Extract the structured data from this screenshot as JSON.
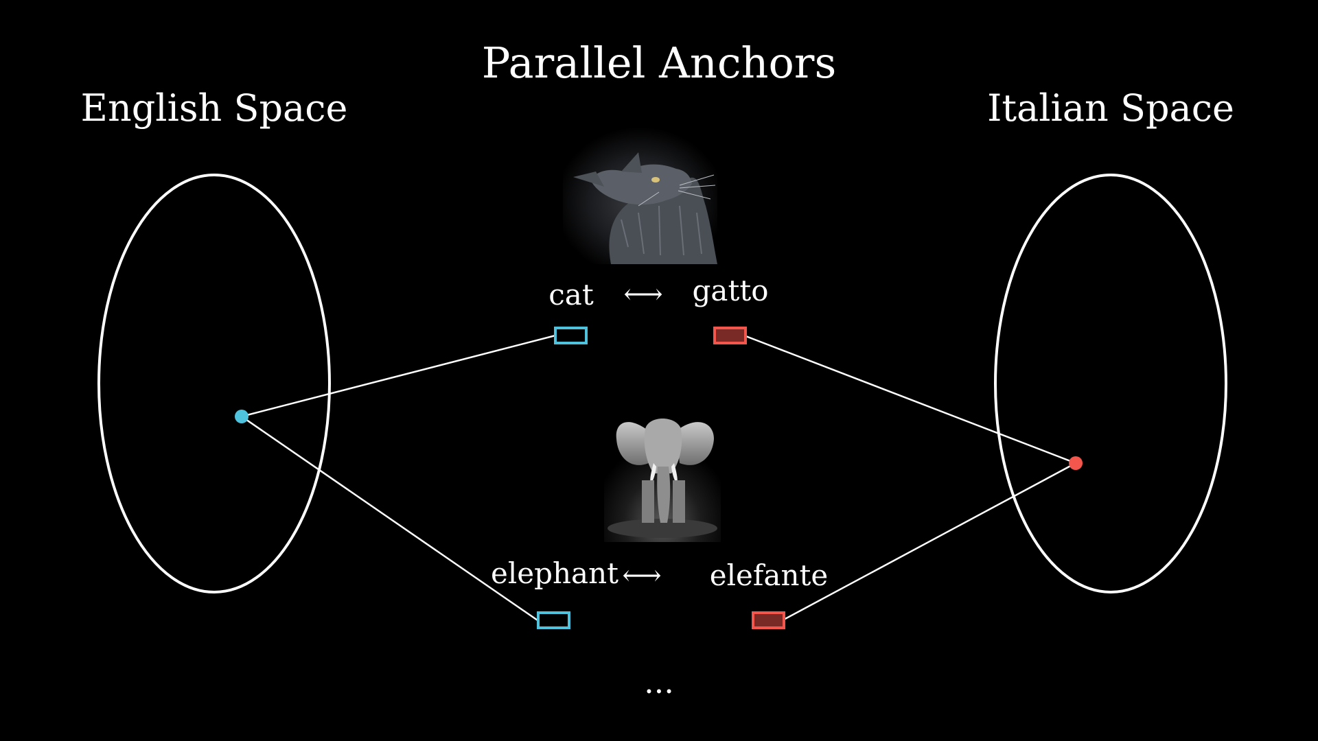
{
  "title": "Parallel Anchors",
  "left_space": {
    "label": "English Space",
    "point_color": "#4fc3dd"
  },
  "right_space": {
    "label": "Italian Space",
    "point_color": "#f2564c"
  },
  "pairs": [
    {
      "english": "cat",
      "italian": "gatto",
      "image_icon": "cat-photo",
      "arrow": "⟷"
    },
    {
      "english": "elephant",
      "italian": "elefante",
      "image_icon": "elephant-photo",
      "arrow": "⟷"
    }
  ],
  "ellipsis": "...",
  "colors": {
    "background": "#000000",
    "foreground": "#ffffff",
    "english_anchor": "#4fc3dd",
    "italian_anchor": "#f2564c",
    "italian_anchor_fill": "#7a2a26"
  }
}
